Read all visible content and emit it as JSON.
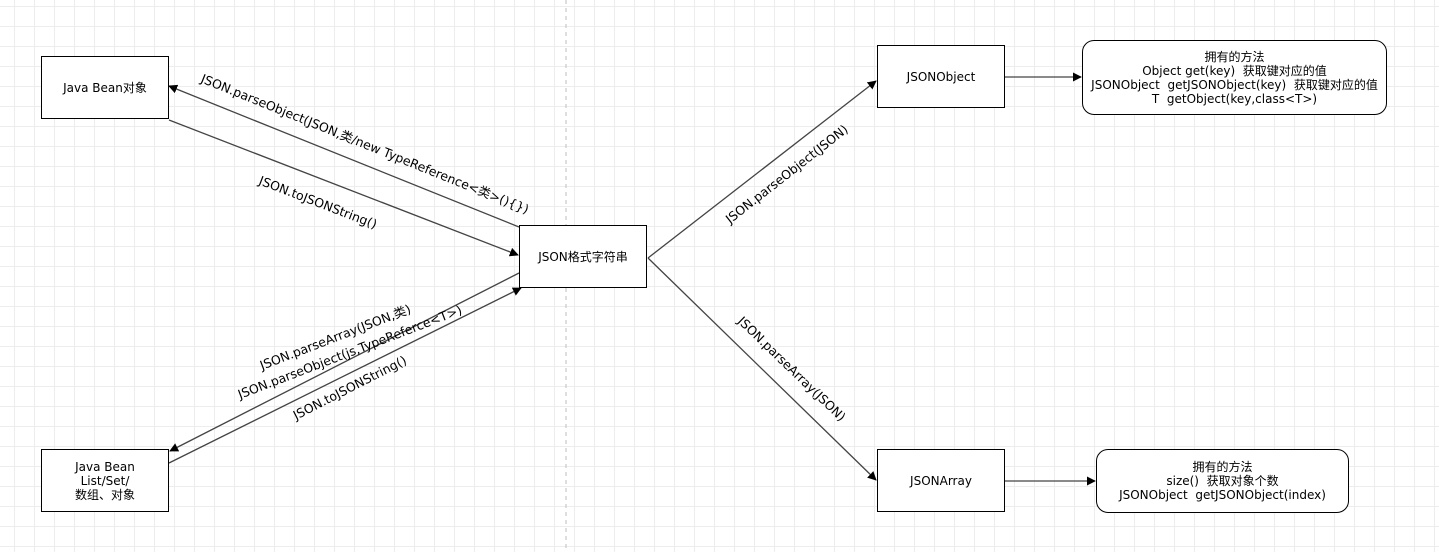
{
  "nodes": {
    "java_bean": {
      "lines": [
        "Java Bean对象"
      ]
    },
    "json_string": {
      "lines": [
        "JSON格式字符串"
      ]
    },
    "java_bean_collection": {
      "lines": [
        "Java Bean",
        "List/Set/",
        "数组、对象"
      ]
    },
    "json_object": {
      "lines": [
        "JSONObject"
      ]
    },
    "json_array": {
      "lines": [
        "JSONArray"
      ]
    },
    "json_object_methods": {
      "lines": [
        "拥有的方法",
        "Object get(key)  获取键对应的值",
        "JSONObject  getJSONObject(key)  获取键对应的值",
        "T  getObject(key,class<T>)"
      ]
    },
    "json_array_methods": {
      "lines": [
        "拥有的方法",
        "size()  获取对象个数",
        "JSONObject  getJSONObject(index)"
      ]
    }
  },
  "edges": {
    "string_to_bean": {
      "label": "JSON.parseObject(JSON,类/new TypeReference<类>(){})"
    },
    "bean_to_string": {
      "label": "JSON.toJSONString()"
    },
    "string_to_collection": {
      "labels": [
        "JSON.parseArray(JSON,类)",
        "JSON.parseObject(js,TypeReferce<T>)"
      ]
    },
    "collection_to_string": {
      "label": "JSON.toJSONString()"
    },
    "string_to_jsonobject": {
      "label": "JSON.parseObject(JSON)"
    },
    "string_to_jsonarray": {
      "label": "JSON.parseArray(JSON)"
    },
    "jsonobject_to_methods": {
      "label": ""
    },
    "jsonarray_to_methods": {
      "label": ""
    }
  },
  "colors": {
    "line": "#444444",
    "arrow": "#000000",
    "grid": "#ededed",
    "divider": "#c8c8c8"
  }
}
